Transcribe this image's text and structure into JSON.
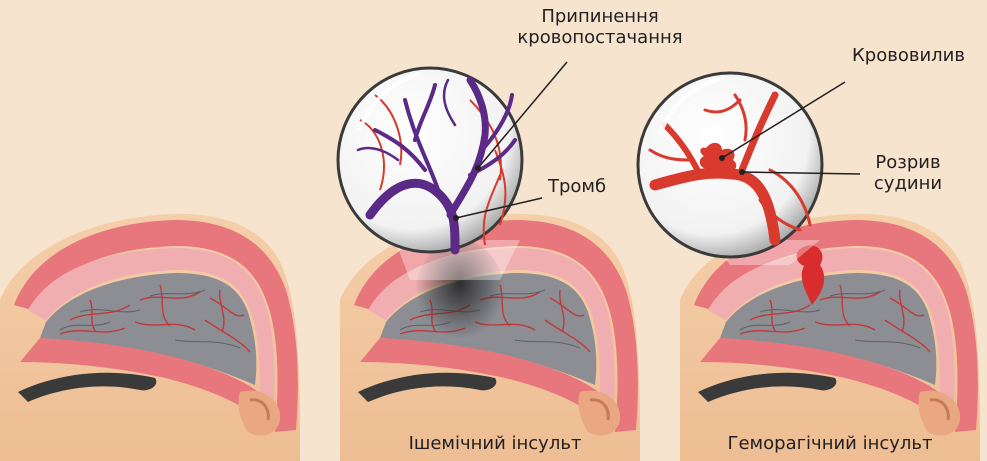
{
  "labels": {
    "supply_stop_line1": "Припинення",
    "supply_stop_line2": "кровопостачання",
    "thrombus": "Тромб",
    "hemorrhage": "Крововилив",
    "rupture_line1": "Розрив",
    "rupture_line2": "судини"
  },
  "captions": {
    "ischemic": "Ішемічний інсульт",
    "hemorrhagic": "Геморагічний інсульт"
  },
  "colors": {
    "background": "#f6e4cf",
    "skin": "#f2c9a2",
    "skull_band": "#e8777d",
    "brain": "#8d8e94",
    "vessel_red": "#d83a2e",
    "thrombus_purple": "#5a2a86"
  }
}
